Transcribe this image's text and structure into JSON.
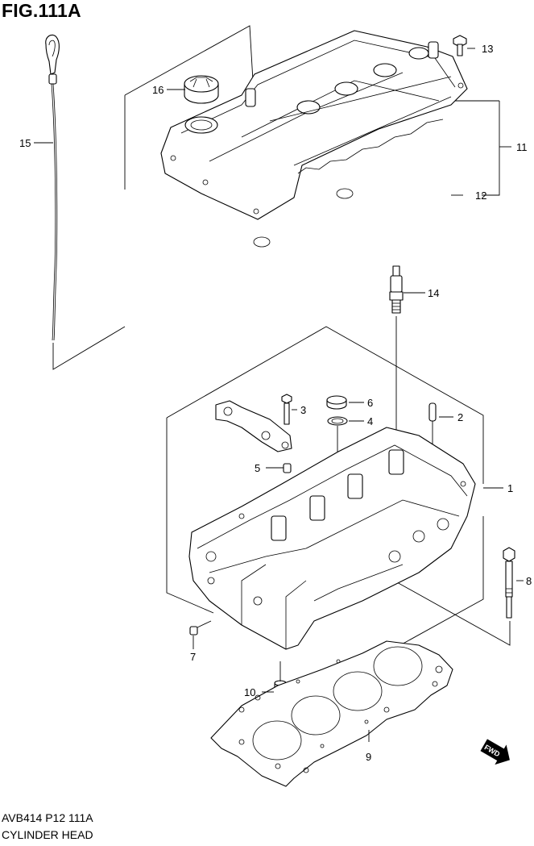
{
  "figure": {
    "title": "FIG.111A",
    "code": "AVB414 P12 111A",
    "name": "CYLINDER HEAD"
  },
  "callouts": [
    {
      "id": "p1",
      "label": "1"
    },
    {
      "id": "p2",
      "label": "2"
    },
    {
      "id": "p3",
      "label": "3"
    },
    {
      "id": "p4",
      "label": "4"
    },
    {
      "id": "p5",
      "label": "5"
    },
    {
      "id": "p6",
      "label": "6"
    },
    {
      "id": "p7",
      "label": "7"
    },
    {
      "id": "p8",
      "label": "8"
    },
    {
      "id": "p9",
      "label": "9"
    },
    {
      "id": "p10",
      "label": "10"
    },
    {
      "id": "p11",
      "label": "11"
    },
    {
      "id": "p12",
      "label": "12"
    },
    {
      "id": "p13",
      "label": "13"
    },
    {
      "id": "p14",
      "label": "14"
    },
    {
      "id": "p15",
      "label": "15"
    },
    {
      "id": "p16",
      "label": "16"
    }
  ],
  "fwd_marker": "FWD"
}
